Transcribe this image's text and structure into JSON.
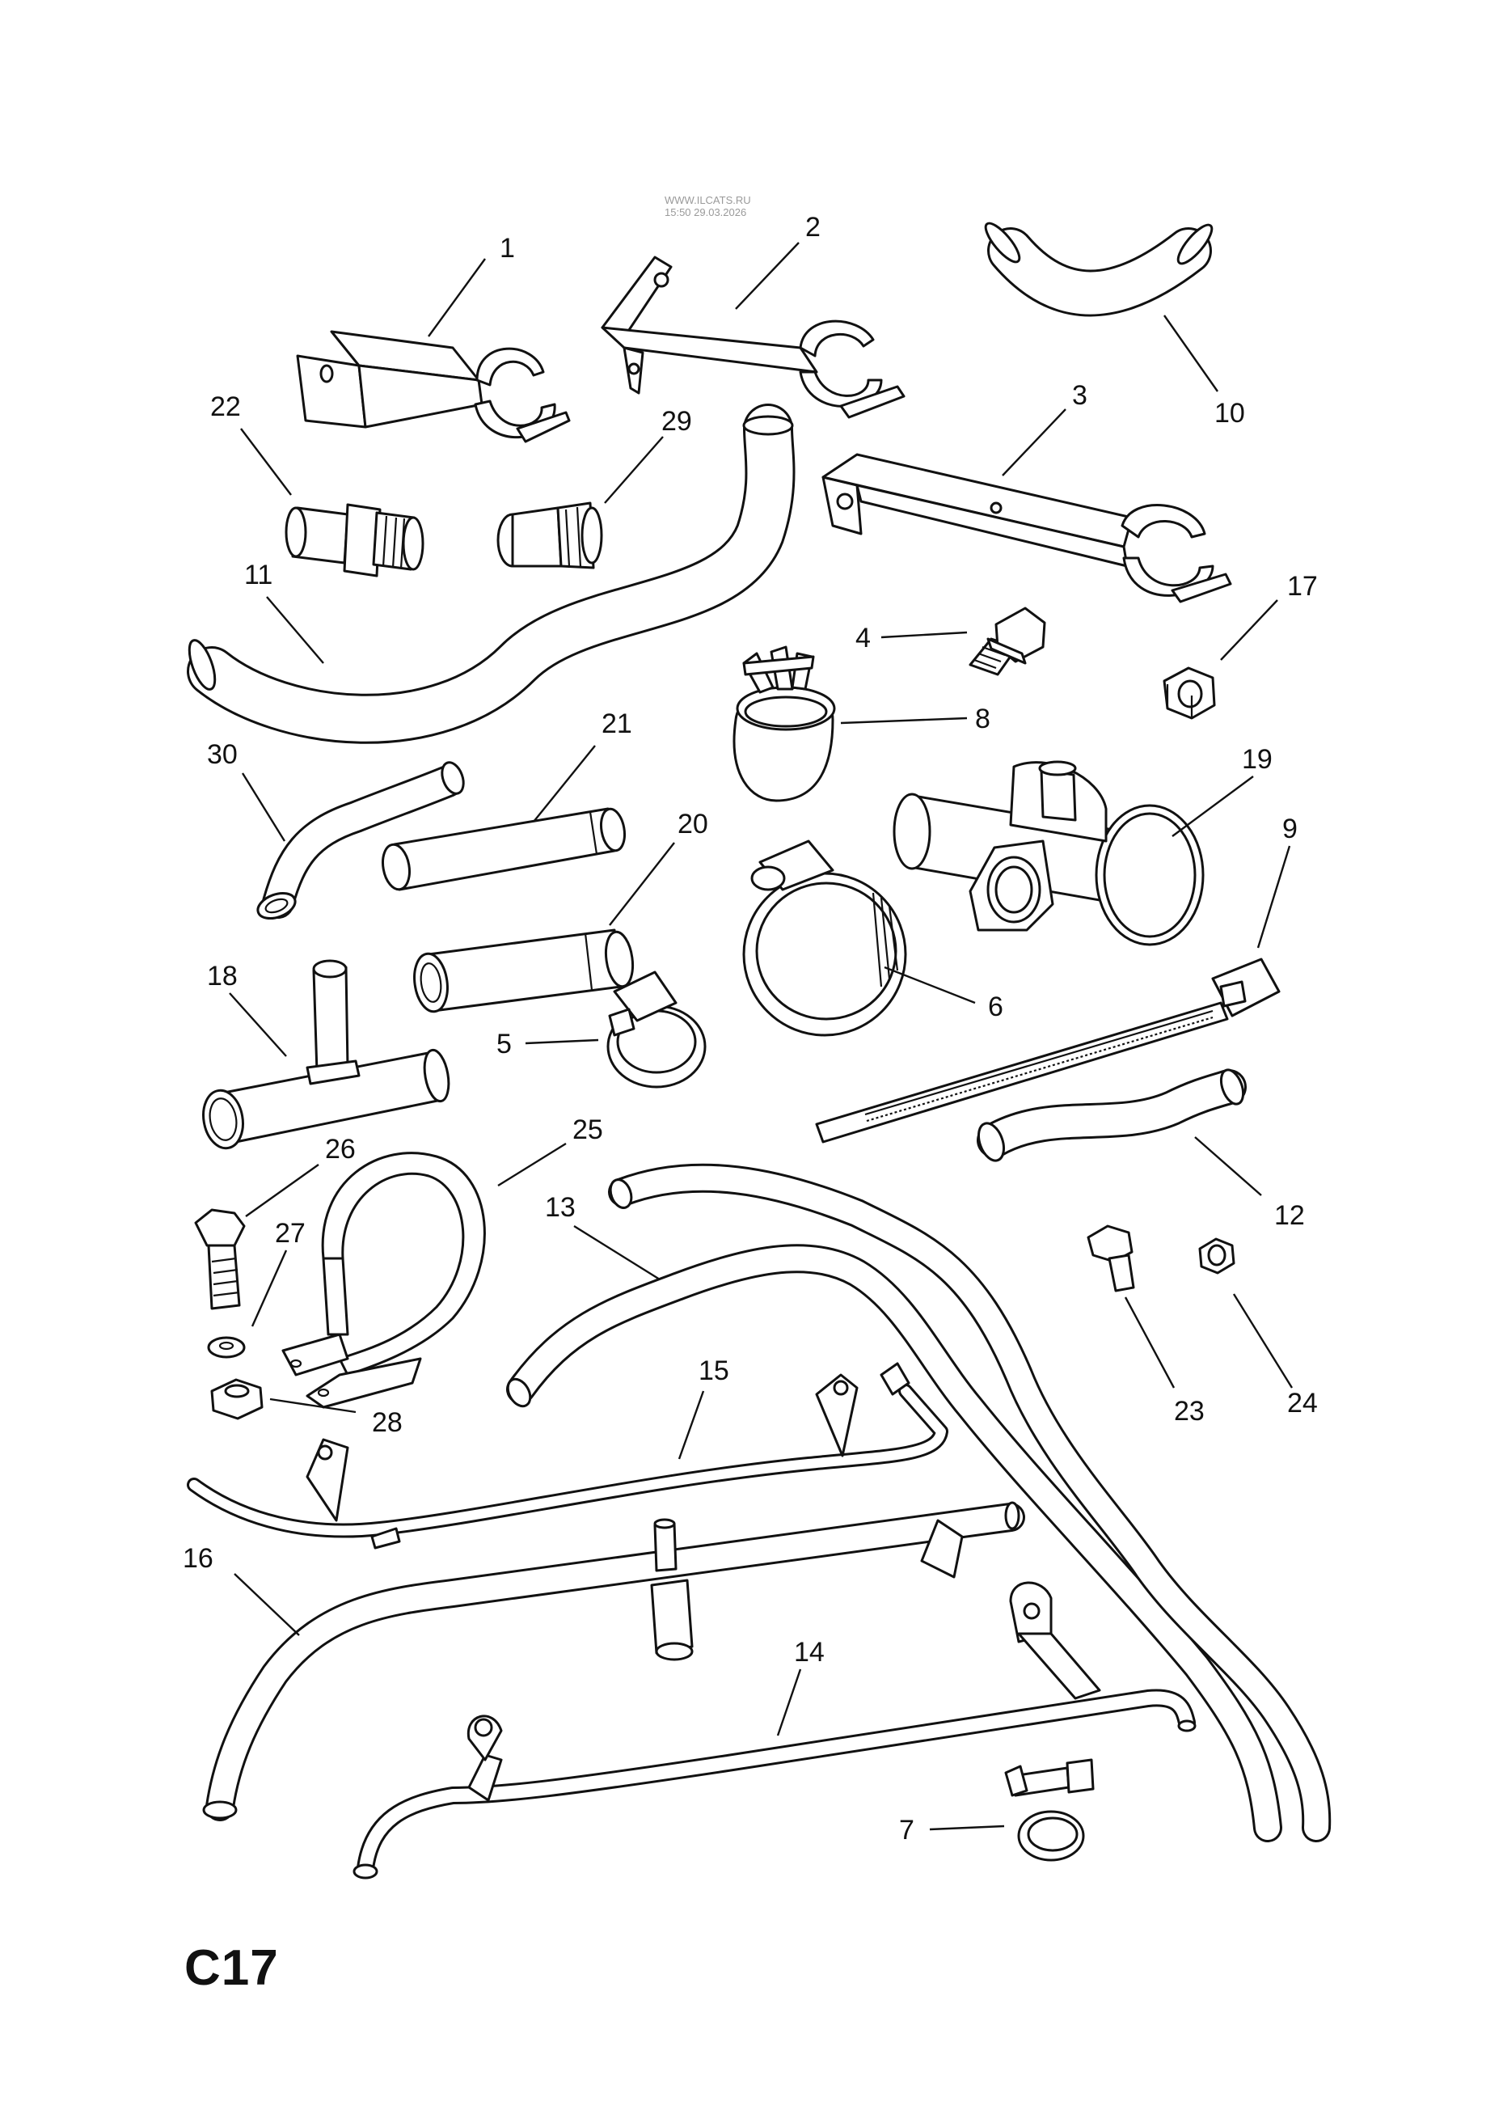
{
  "watermark": {
    "line1": "WWW.ILCATS.RU",
    "line2": "15:50 29.03.2026"
  },
  "page_code": "C17",
  "callouts": {
    "c1": "1",
    "c2": "2",
    "c3": "3",
    "c4": "4",
    "c5": "5",
    "c6": "6",
    "c7": "7",
    "c8": "8",
    "c9": "9",
    "c10": "10",
    "c11": "11",
    "c12": "12",
    "c13": "13",
    "c14": "14",
    "c15": "15",
    "c16": "16",
    "c17": "17",
    "c18": "18",
    "c19": "19",
    "c20": "20",
    "c21": "21",
    "c22": "22",
    "c23": "23",
    "c24": "24",
    "c25": "25",
    "c26": "26",
    "c27": "27",
    "c28": "28",
    "c29": "29",
    "c30": "30"
  },
  "colors": {
    "line": "#111111",
    "background": "#ffffff",
    "watermark": "#9a9a9a"
  }
}
